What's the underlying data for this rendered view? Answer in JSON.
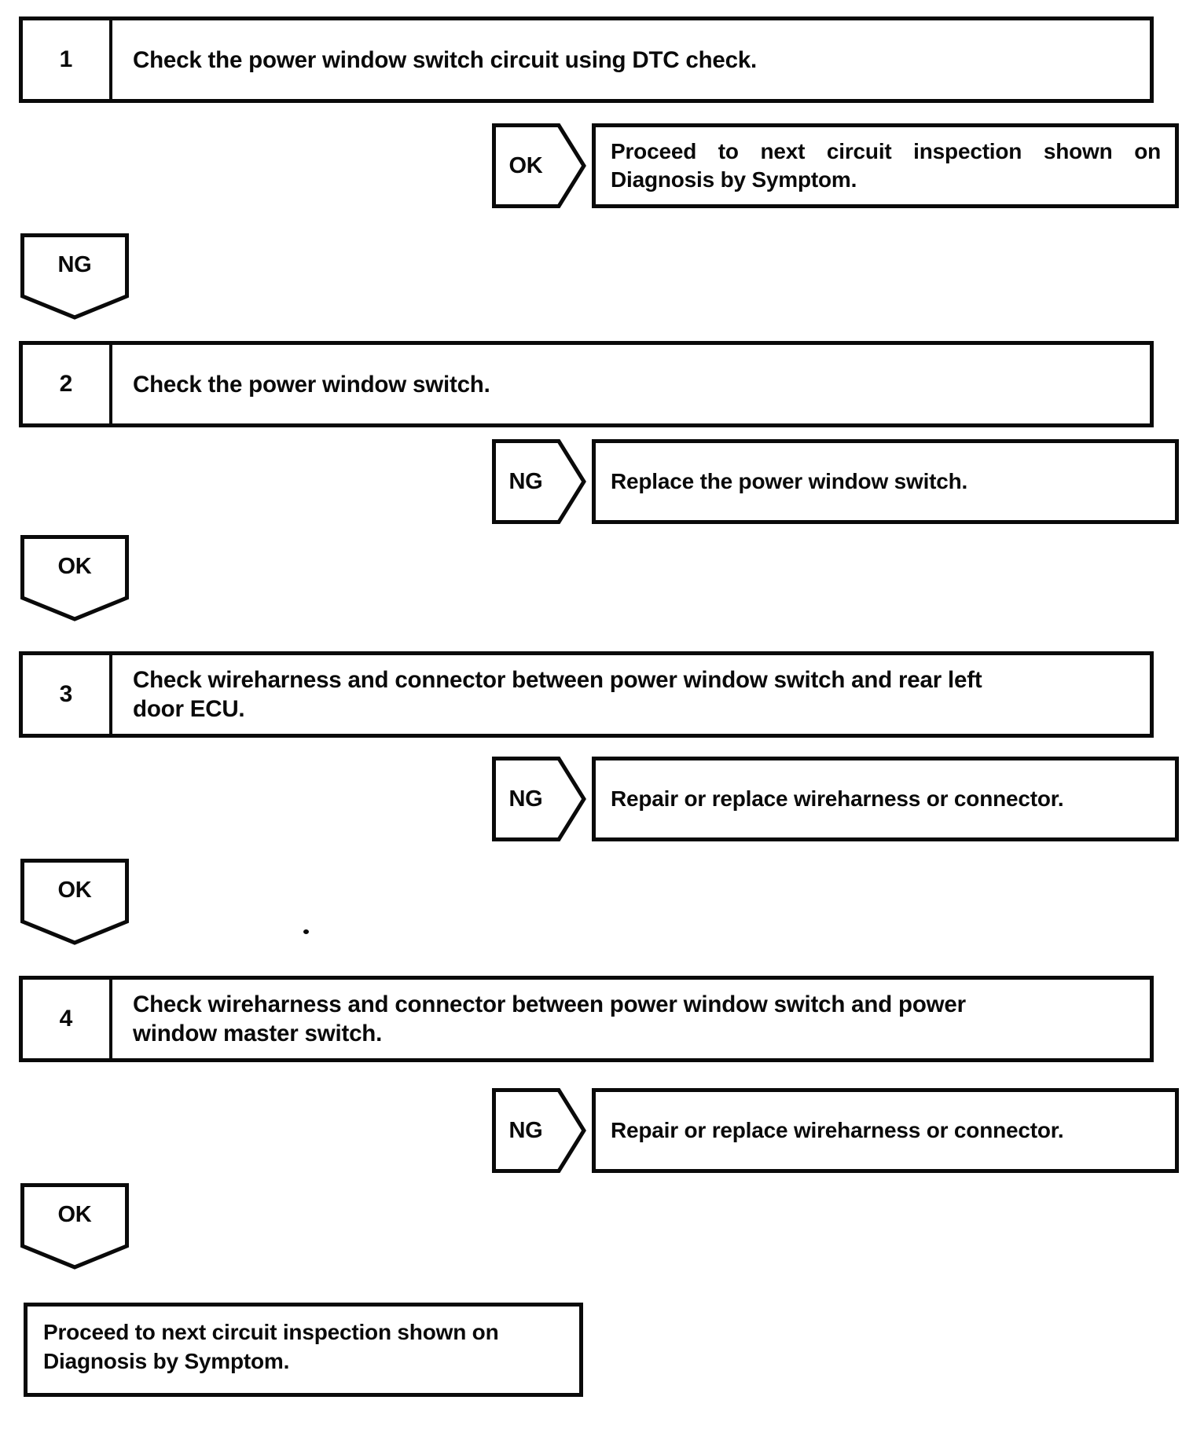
{
  "page": {
    "background": "#ffffff",
    "line_color": "#0a0a0a",
    "type": "diagnostic-flowchart"
  },
  "steps": [
    {
      "number": "1",
      "title": "Check the power window switch circuit using DTC check."
    },
    {
      "number": "2",
      "title": "Check the power window switch."
    },
    {
      "number": "3",
      "title": "Check wireharness and connector between power window switch and rear left\ndoor ECU."
    },
    {
      "number": "4",
      "title": "Check wireharness and connector between power window switch and power\nwindow master switch."
    }
  ],
  "branches": [
    {
      "label": "OK",
      "result": "Proceed to next circuit inspection shown on Diagnosis by Symptom."
    },
    {
      "label": "NG",
      "result": "Replace the power window switch."
    },
    {
      "label": "NG",
      "result": "Repair or replace wireharness or connector."
    },
    {
      "label": "NG",
      "result": "Repair or replace wireharness or connector."
    }
  ],
  "connectors": [
    {
      "label": "NG"
    },
    {
      "label": "OK"
    },
    {
      "label": "OK"
    },
    {
      "label": "OK"
    }
  ],
  "final_box": {
    "text": "Proceed to next circuit inspection shown on\nDiagnosis by Symptom."
  }
}
